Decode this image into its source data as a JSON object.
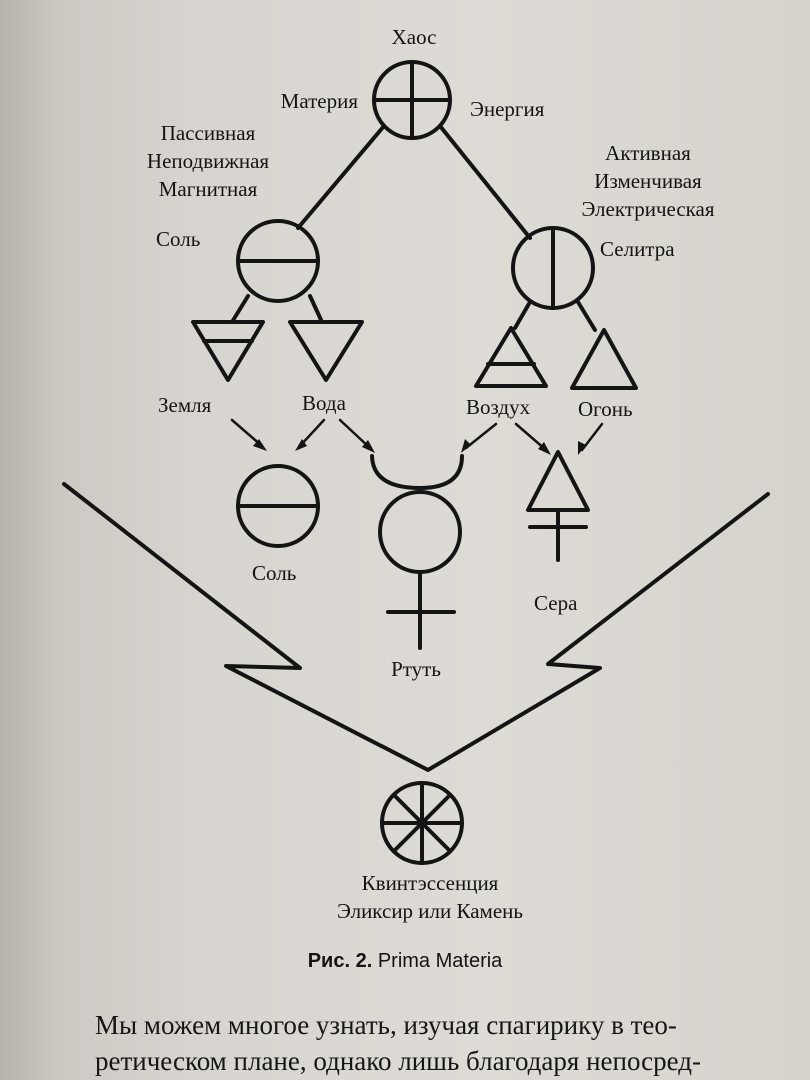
{
  "labels": {
    "chaos": "Хаос",
    "matter": "Материя",
    "energy": "Энергия",
    "passive_lines": [
      "Пассивная",
      "Неподвижная",
      "Магнитная"
    ],
    "active_lines": [
      "Активная",
      "Изменчивая",
      "Электрическая"
    ],
    "salt_top": "Соль",
    "saltpeter": "Селитра",
    "earth": "Земля",
    "water": "Вода",
    "air": "Воздух",
    "fire": "Огонь",
    "salt_bottom": "Соль",
    "mercury": "Ртуть",
    "sulfur": "Сера",
    "quintessence_lines": [
      "Квинтэссенция",
      "Эликсир или Камень"
    ]
  },
  "caption": {
    "prefix": "Рис. 2.",
    "title": "Prima Materia"
  },
  "body_text": [
    "Мы можем многое узнать, изучая спагирику в тео-",
    "ретическом плане, однако лишь благодаря непосред-"
  ],
  "colors": {
    "ink": "#141414",
    "paper": "#dcd8d3"
  }
}
